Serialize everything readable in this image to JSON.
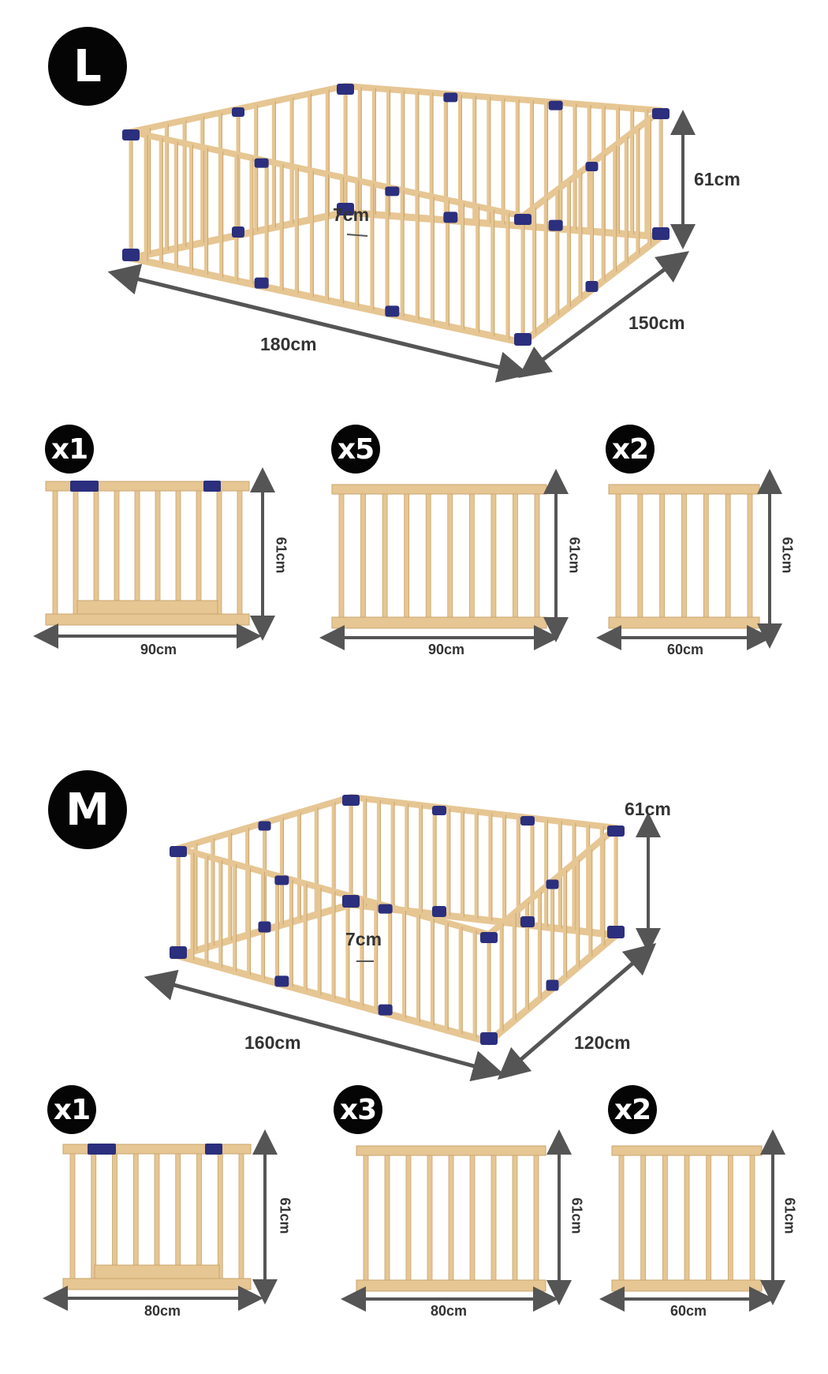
{
  "colors": {
    "wood": "#E6C693",
    "wood_dark": "#C9A56E",
    "connector": "#2B2F7D",
    "arrow": "#555555",
    "badge": "#050505"
  },
  "sections": [
    {
      "size_badge": "L",
      "height_label": "61cm",
      "length_label": "180cm",
      "width_label": "150cm",
      "gap_label": "7cm",
      "panels": [
        {
          "qty": "x1",
          "type": "gate",
          "width_label": "90cm",
          "height_label": "61cm"
        },
        {
          "qty": "x5",
          "type": "panel",
          "width_label": "90cm",
          "height_label": "61cm"
        },
        {
          "qty": "x2",
          "type": "panel",
          "width_label": "60cm",
          "height_label": "61cm"
        }
      ]
    },
    {
      "size_badge": "M",
      "height_label": "61cm",
      "length_label": "160cm",
      "width_label": "120cm",
      "gap_label": "7cm",
      "panels": [
        {
          "qty": "x1",
          "type": "gate",
          "width_label": "80cm",
          "height_label": "61cm"
        },
        {
          "qty": "x3",
          "type": "panel",
          "width_label": "80cm",
          "height_label": "61cm"
        },
        {
          "qty": "x2",
          "type": "panel",
          "width_label": "60cm",
          "height_label": "61cm"
        }
      ]
    }
  ]
}
